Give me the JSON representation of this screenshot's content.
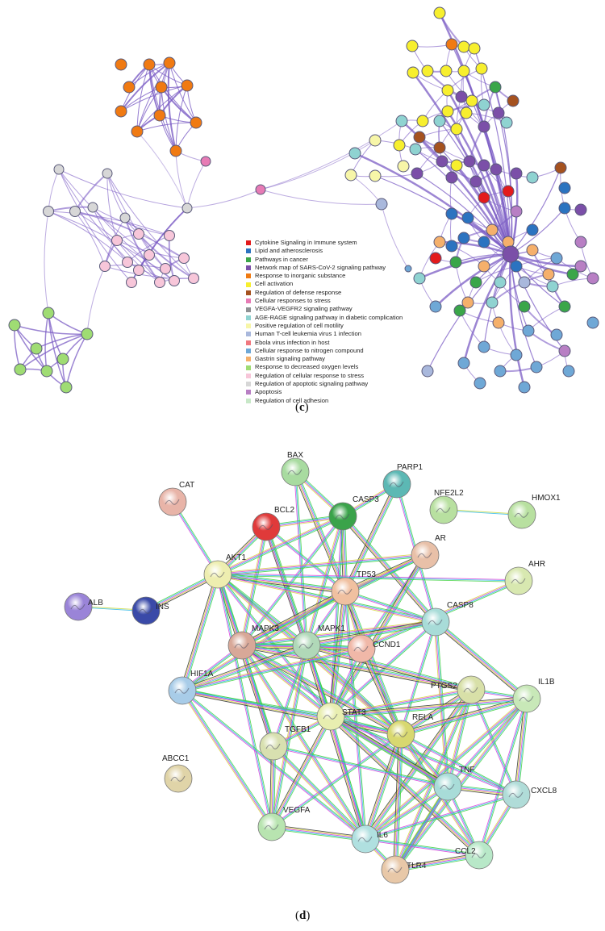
{
  "panel_c": {
    "caption_letter": "c",
    "legend": [
      {
        "label": "Cytokine Signaling in Immune system",
        "color": "#e31a1c"
      },
      {
        "label": "Lipid and atherosclerosis",
        "color": "#2b73c0"
      },
      {
        "label": "Pathways in cancer",
        "color": "#3aa649"
      },
      {
        "label": "Network map of SARS-CoV-2 signaling pathway",
        "color": "#7b4fa8"
      },
      {
        "label": "Response to inorganic substance",
        "color": "#f07a12"
      },
      {
        "label": "Cell activation",
        "color": "#f7ef2e"
      },
      {
        "label": "Regulation of defense response",
        "color": "#a5521f"
      },
      {
        "label": "Cellular responses to stress",
        "color": "#e77bb5"
      },
      {
        "label": "VEGFA-VEGFR2 signaling pathway",
        "color": "#8e9193"
      },
      {
        "label": "AGE-RAGE signaling pathway in diabetic complication",
        "color": "#8fd3d1"
      },
      {
        "label": "Positive regulation of cell motility",
        "color": "#f7f6a8"
      },
      {
        "label": "Human T-cell leukemia virus 1 infection",
        "color": "#a9b8dc"
      },
      {
        "label": "Ebola virus infection in host",
        "color": "#f0787f"
      },
      {
        "label": "Cellular response to nitrogen compound",
        "color": "#6fa8d6"
      },
      {
        "label": "Gastrin signaling pathway",
        "color": "#f5b06b"
      },
      {
        "label": "Response to decreased oxygen levels",
        "color": "#9fdc73"
      },
      {
        "label": "Regulation of cellular response to stress",
        "color": "#f7c6d9"
      },
      {
        "label": "Regulation of apoptotic signaling pathway",
        "color": "#d7d7d7"
      },
      {
        "label": "Apoptosis",
        "color": "#b87fc4"
      },
      {
        "label": "Regulation of cell adhesion",
        "color": "#c8e8c8"
      }
    ]
  },
  "panel_d": {
    "caption_letter": "d",
    "proteins": [
      {
        "name": "BAX",
        "color": "#a8dba0"
      },
      {
        "name": "PARP1",
        "color": "#5cb8b4"
      },
      {
        "name": "CAT",
        "color": "#e8b4a8"
      },
      {
        "name": "BCL2",
        "color": "#e03a3a"
      },
      {
        "name": "CASP3",
        "color": "#3aa34a"
      },
      {
        "name": "NFE2L2",
        "color": "#b8e0a0"
      },
      {
        "name": "HMOX1",
        "color": "#b8e0a0"
      },
      {
        "name": "AR",
        "color": "#e8c0a8"
      },
      {
        "name": "AKT1",
        "color": "#eeeeb0"
      },
      {
        "name": "AHR",
        "color": "#d8e8b0"
      },
      {
        "name": "ALB",
        "color": "#9a84d8"
      },
      {
        "name": "INS",
        "color": "#3a4aa8"
      },
      {
        "name": "TP53",
        "color": "#f0c0a0"
      },
      {
        "name": "CASP8",
        "color": "#a8dcd8"
      },
      {
        "name": "MAPK3",
        "color": "#d8a898"
      },
      {
        "name": "MAPK1",
        "color": "#b0d8b8"
      },
      {
        "name": "CCND1",
        "color": "#f0b8a8"
      },
      {
        "name": "HIF1A",
        "color": "#a8cce8"
      },
      {
        "name": "PTGS2",
        "color": "#d8e0a8"
      },
      {
        "name": "IL1B",
        "color": "#c8e8b8"
      },
      {
        "name": "STAT3",
        "color": "#e8eeb0"
      },
      {
        "name": "RELA",
        "color": "#d8d870"
      },
      {
        "name": "TGFB1",
        "color": "#d8e0b0"
      },
      {
        "name": "ABCC1",
        "color": "#e0d4a8"
      },
      {
        "name": "TNF",
        "color": "#a8dcd8"
      },
      {
        "name": "CXCL8",
        "color": "#b0dcd8"
      },
      {
        "name": "VEGFA",
        "color": "#b8e4b0"
      },
      {
        "name": "IL6",
        "color": "#b0e0e0"
      },
      {
        "name": "CCL2",
        "color": "#b8e8c8"
      },
      {
        "name": "TLR4",
        "color": "#e8c8a8"
      }
    ]
  }
}
